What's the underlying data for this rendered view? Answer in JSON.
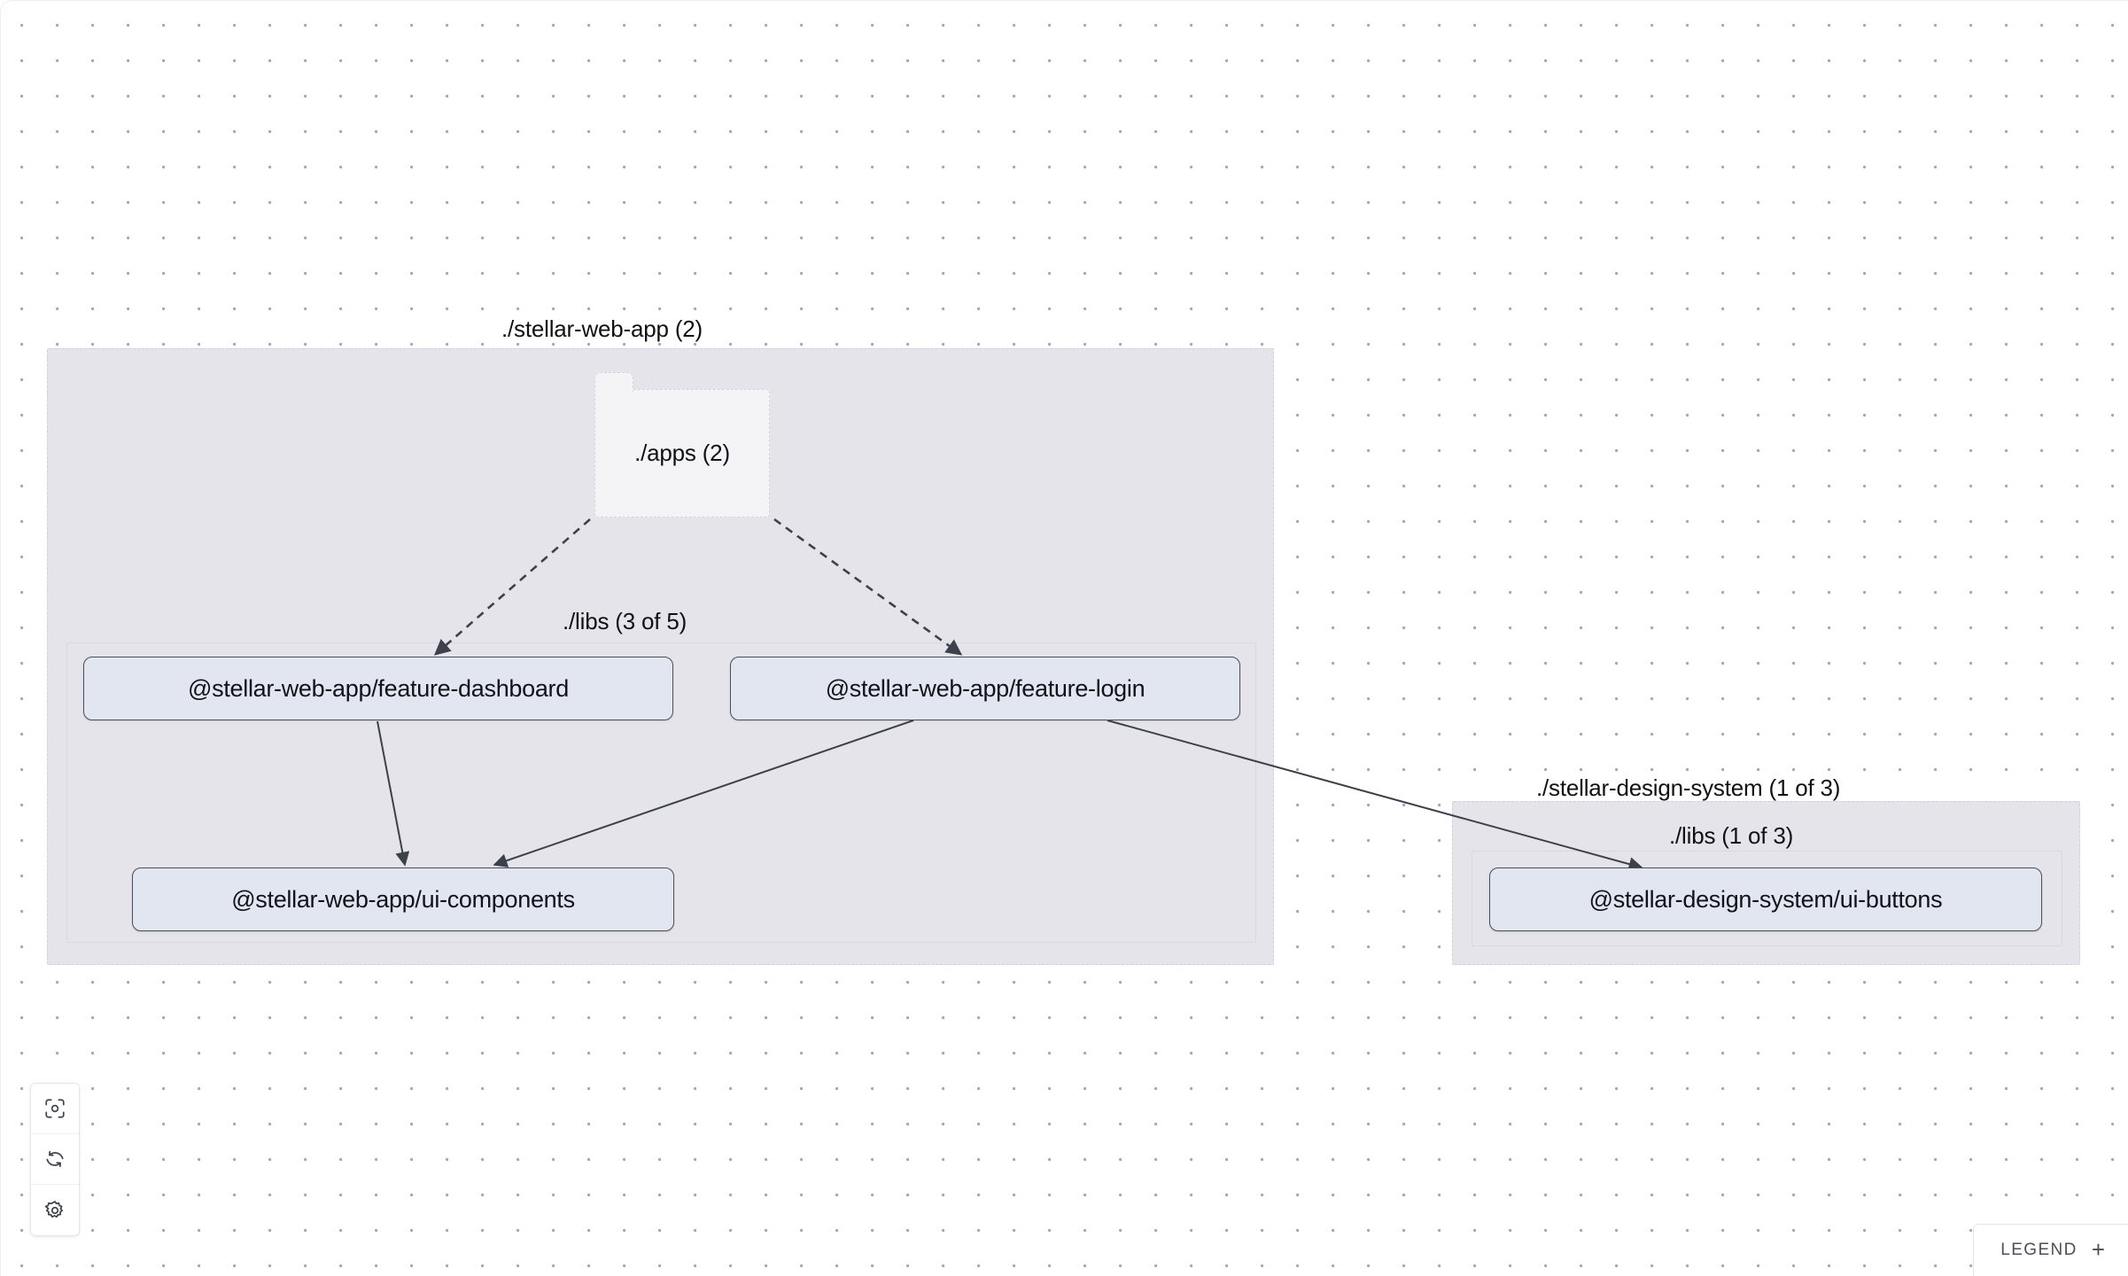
{
  "graph": {
    "groups": [
      {
        "id": "stellar-web-app",
        "label": "./stellar-web-app (2)",
        "inner": {
          "id": "libs-web-app",
          "label": "./libs (3 of 5)"
        }
      },
      {
        "id": "stellar-design-system",
        "label": "./stellar-design-system (1 of 3)",
        "inner": {
          "id": "libs-design-system",
          "label": "./libs (1 of 3)"
        }
      }
    ],
    "folder": {
      "id": "apps",
      "label": "./apps (2)"
    },
    "nodes": [
      {
        "id": "feature-dashboard",
        "label": "@stellar-web-app/feature-dashboard"
      },
      {
        "id": "feature-login",
        "label": "@stellar-web-app/feature-login"
      },
      {
        "id": "ui-components",
        "label": "@stellar-web-app/ui-components"
      },
      {
        "id": "ui-buttons",
        "label": "@stellar-design-system/ui-buttons"
      }
    ],
    "edges": [
      {
        "from": "apps",
        "to": "feature-dashboard",
        "style": "dashed"
      },
      {
        "from": "apps",
        "to": "feature-login",
        "style": "dashed"
      },
      {
        "from": "feature-dashboard",
        "to": "ui-components",
        "style": "solid"
      },
      {
        "from": "feature-login",
        "to": "ui-components",
        "style": "solid"
      },
      {
        "from": "feature-login",
        "to": "ui-buttons",
        "style": "solid"
      }
    ]
  },
  "controls": {
    "focus": "focus-graph",
    "refresh": "refresh-graph",
    "settings": "graph-settings"
  },
  "legend": {
    "label": "LEGEND",
    "toggle": "+"
  },
  "colors": {
    "canvas_background": "#ffffff",
    "grid_dot": "#9fa9b9",
    "group_fill": "#e5e4ea",
    "group_border": "#cfd0d8",
    "node_fill": "#e2e6f0",
    "node_border": "#4a4f58",
    "folder_fill": "#f4f4f6",
    "edge": "#3d4149",
    "text": "#0f1115"
  }
}
